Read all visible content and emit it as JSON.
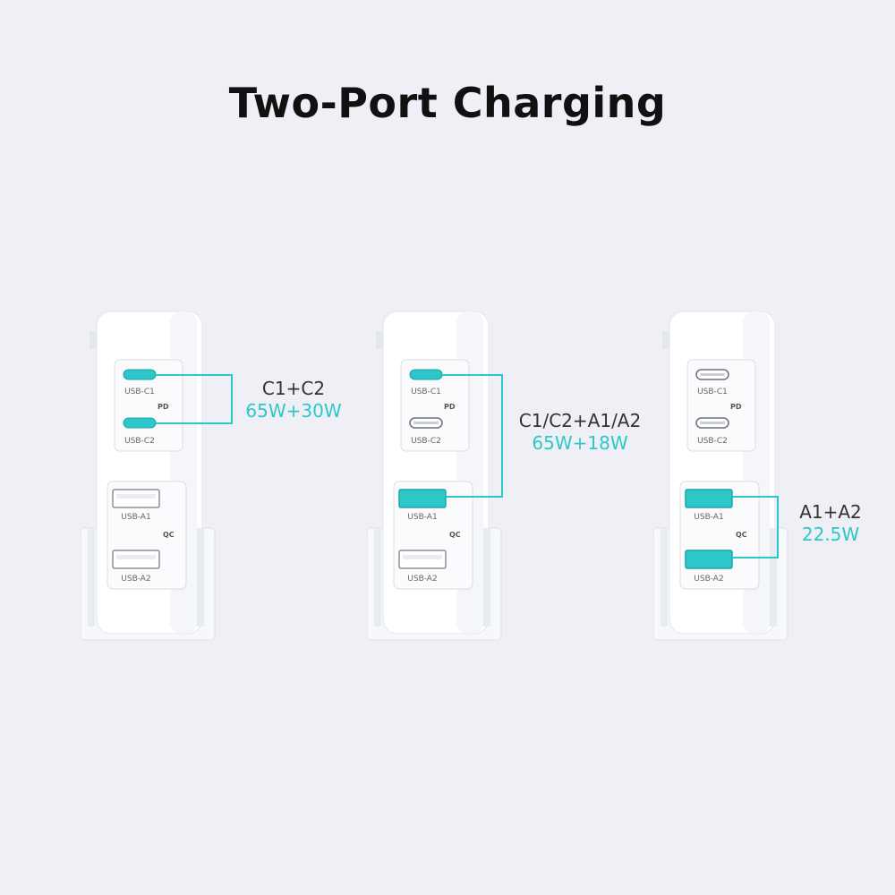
{
  "title": "Two-Port Charging",
  "colors": {
    "accent": "#2ec7c9",
    "background": "#eef0f5",
    "device": "#ffffff"
  },
  "port_labels": {
    "c1": "USB-C1",
    "c2": "USB-C2",
    "a1": "USB-A1",
    "a2": "USB-A2",
    "pd": "PD",
    "qc": "QC"
  },
  "combos": [
    {
      "ports": "C1+C2",
      "power": "65W+30W"
    },
    {
      "ports": "C1/C2+A1/A2",
      "power": "65W+18W"
    },
    {
      "ports": "A1+A2",
      "power": "22.5W"
    }
  ]
}
